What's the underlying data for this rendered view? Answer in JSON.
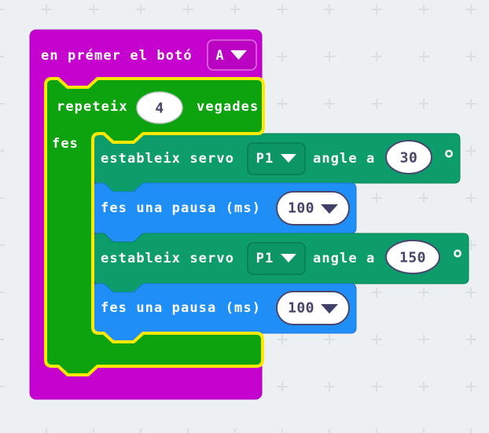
{
  "workspace": {
    "background": "#EDF0F2",
    "grid_cross": "#DADEE2"
  },
  "event_block": {
    "label": "en prémer el botó",
    "button_dropdown": "A",
    "color": "#C603CE"
  },
  "loop_block": {
    "repeat_label": "repeteix",
    "count": "4",
    "times_label": "vegades",
    "do_label": "fes",
    "color": "#0CA30F",
    "selection_outline": "#FFE800"
  },
  "inner_blocks": [
    {
      "type": "servo",
      "label": "estableix servo",
      "pin": "P1",
      "angle_label": "angle a",
      "angle": "30",
      "unit": "°",
      "color": "#0D9D6A"
    },
    {
      "type": "pause",
      "label": "fes una pausa (ms)",
      "ms": "100",
      "color": "#1F8FF7"
    },
    {
      "type": "servo",
      "label": "estableix servo",
      "pin": "P1",
      "angle_label": "angle a",
      "angle": "150",
      "unit": "°",
      "color": "#0D9D6A"
    },
    {
      "type": "pause",
      "label": "fes una pausa (ms)",
      "ms": "100",
      "color": "#1F8FF7"
    }
  ]
}
